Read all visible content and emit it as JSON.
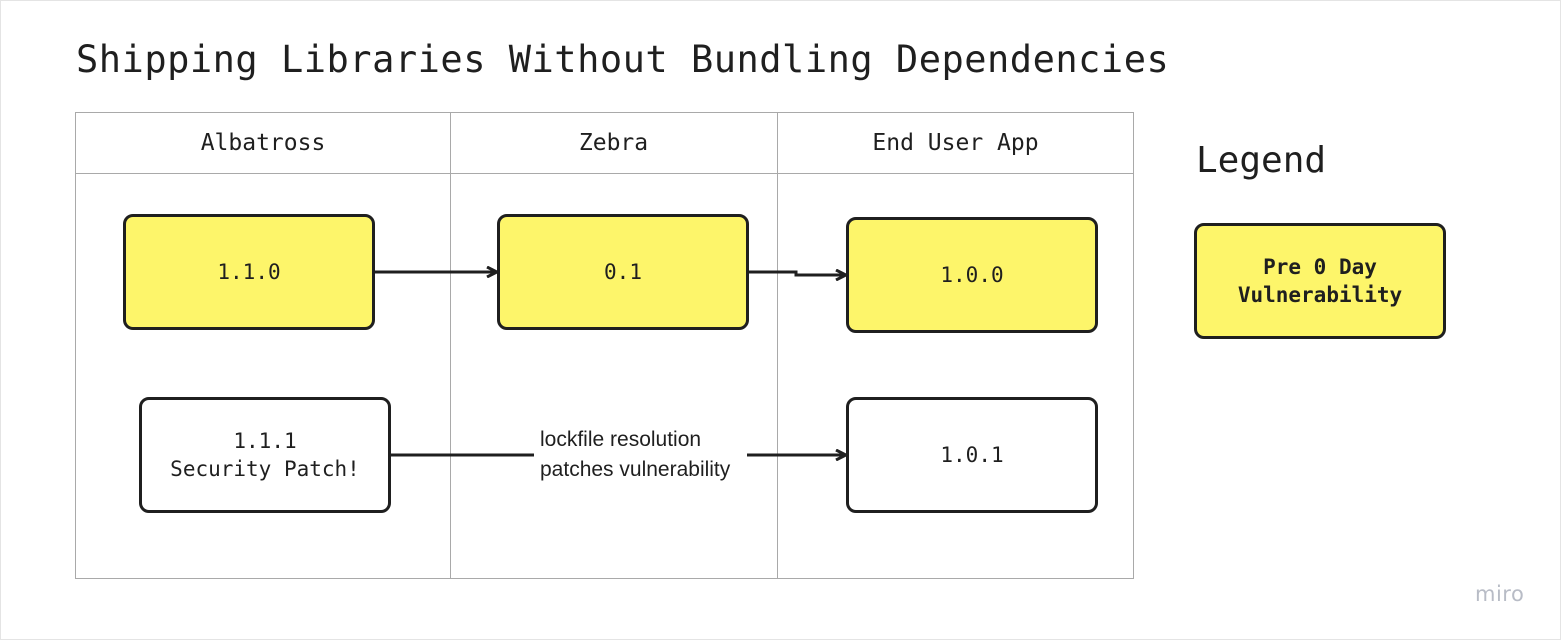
{
  "title": "Shipping Libraries Without Bundling Dependencies",
  "lanes": [
    {
      "label": "Albatross"
    },
    {
      "label": "Zebra"
    },
    {
      "label": "End User App"
    }
  ],
  "nodes": {
    "albatross_v110": {
      "label": "1.1.0",
      "fill": "#fdf56a"
    },
    "zebra_v01": {
      "label": "0.1",
      "fill": "#fdf56a"
    },
    "app_v100": {
      "label": "1.0.0",
      "fill": "#fdf56a"
    },
    "albatross_v111": {
      "label": "1.1.1\nSecurity Patch!",
      "fill": "#ffffff"
    },
    "app_v101": {
      "label": "1.0.1",
      "fill": "#ffffff"
    }
  },
  "edges": [
    {
      "from": "albatross_v110",
      "to": "zebra_v01"
    },
    {
      "from": "zebra_v01",
      "to": "app_v100"
    },
    {
      "from": "albatross_v111",
      "to": "app_v101",
      "label": "lockfile resolution\npatches vulnerability"
    }
  ],
  "legend": {
    "title": "Legend",
    "items": [
      {
        "label": "Pre 0 Day\nVulnerability",
        "fill": "#fdf56a"
      }
    ]
  },
  "brand": "miro",
  "colors": {
    "vulnerable": "#fdf56a",
    "patched": "#ffffff",
    "stroke": "#1f1f1f",
    "grid": "#a9a9a9"
  }
}
